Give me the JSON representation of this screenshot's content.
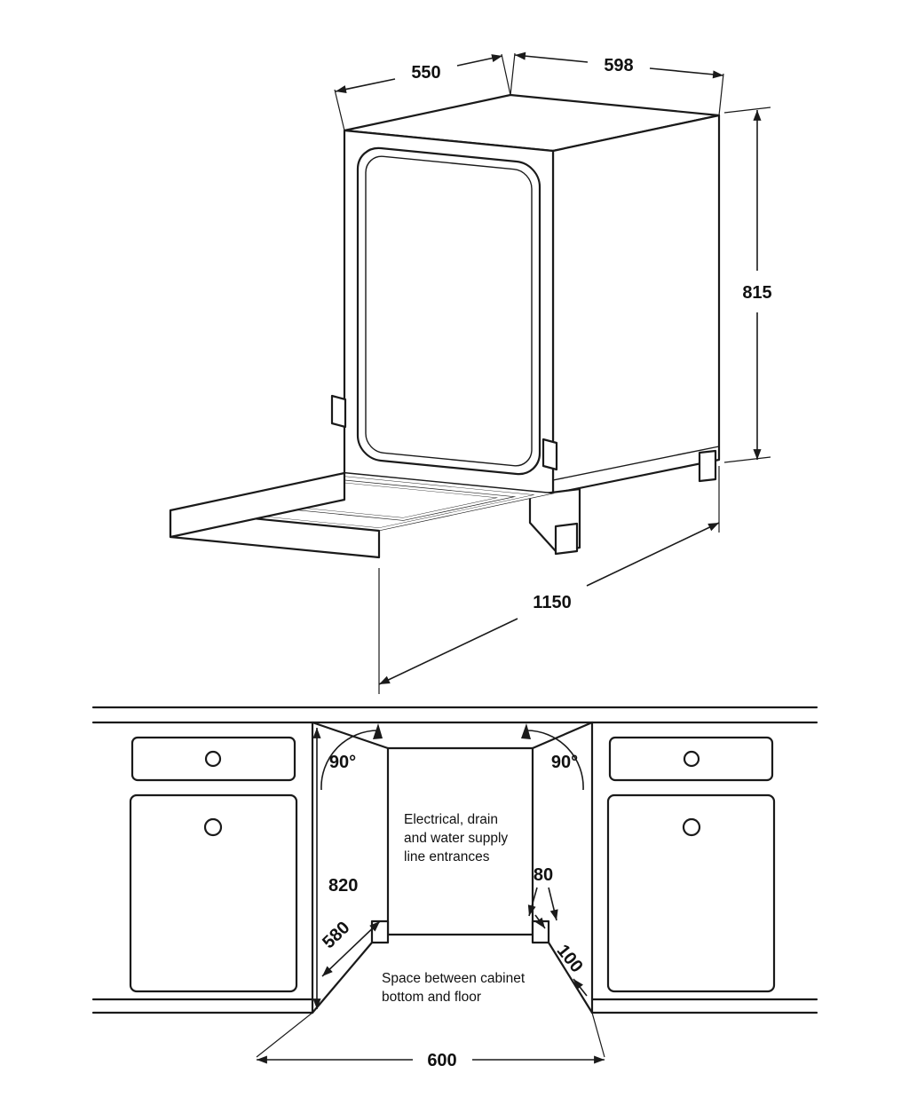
{
  "unit_view": {
    "depth_top": "550",
    "width_top": "598",
    "height": "815",
    "depth_door_open": "1150"
  },
  "install_view": {
    "door_angle_left": "90°",
    "door_angle_right": "90°",
    "niche_height": "820",
    "floor_depth": "580",
    "step_depth": "80",
    "step_height": "100",
    "niche_width": "600",
    "entrances_note": [
      "Electrical, drain",
      "and water supply",
      "line entrances"
    ],
    "floor_note": [
      "Space between cabinet",
      "bottom and floor"
    ]
  }
}
